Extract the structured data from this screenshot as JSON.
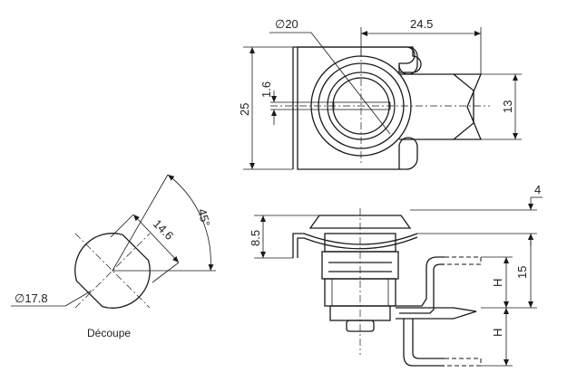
{
  "top_view": {
    "dia_label": "∅20",
    "width_label": "24.5",
    "height_label": "25",
    "slot_label": "1.6",
    "tab_label": "13"
  },
  "side_view": {
    "thickness_label": "4",
    "head_label": "8.5",
    "gap_label": "15",
    "h_upper": "H",
    "h_lower": "H"
  },
  "cutout": {
    "flat_label": "14.6",
    "angle_label": "45°",
    "dia_label": "∅17.8",
    "caption": "Découpe"
  }
}
